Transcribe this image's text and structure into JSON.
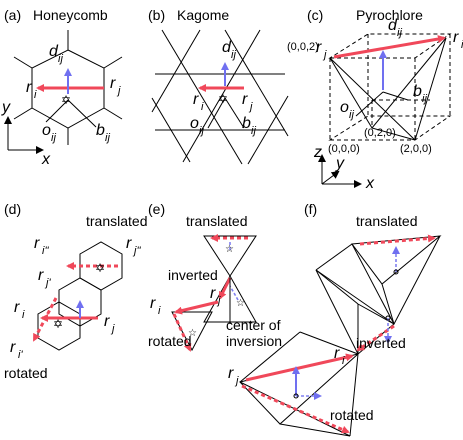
{
  "panels": {
    "a": {
      "tag": "(a)",
      "title": "Honeycomb"
    },
    "b": {
      "tag": "(b)",
      "title": "Kagome"
    },
    "c": {
      "tag": "(c)",
      "title": "Pyrochlore"
    },
    "d": {
      "tag": "(d)"
    },
    "e": {
      "tag": "(e)"
    },
    "f": {
      "tag": "(f)"
    }
  },
  "symbols": {
    "r": "r",
    "d": "d",
    "o": "o",
    "b": "b",
    "ij": "ij",
    "i": "i",
    "j": "j",
    "i2": "i''",
    "j2": "j''",
    "i1": "i'",
    "j1": "j'",
    "x": "x",
    "y": "y",
    "z": "z"
  },
  "coords": {
    "c002": "(0,0,2)",
    "c000": "(0,0,0)",
    "c020": "(0,2,0)",
    "c200": "(2,0,0)"
  },
  "words": {
    "translated": "translated",
    "rotated": "rotated",
    "inverted": "inverted",
    "center_of": "center of",
    "inversion": "inversion"
  },
  "colors": {
    "bond": "#f0485a",
    "vector": "#7070f0"
  }
}
